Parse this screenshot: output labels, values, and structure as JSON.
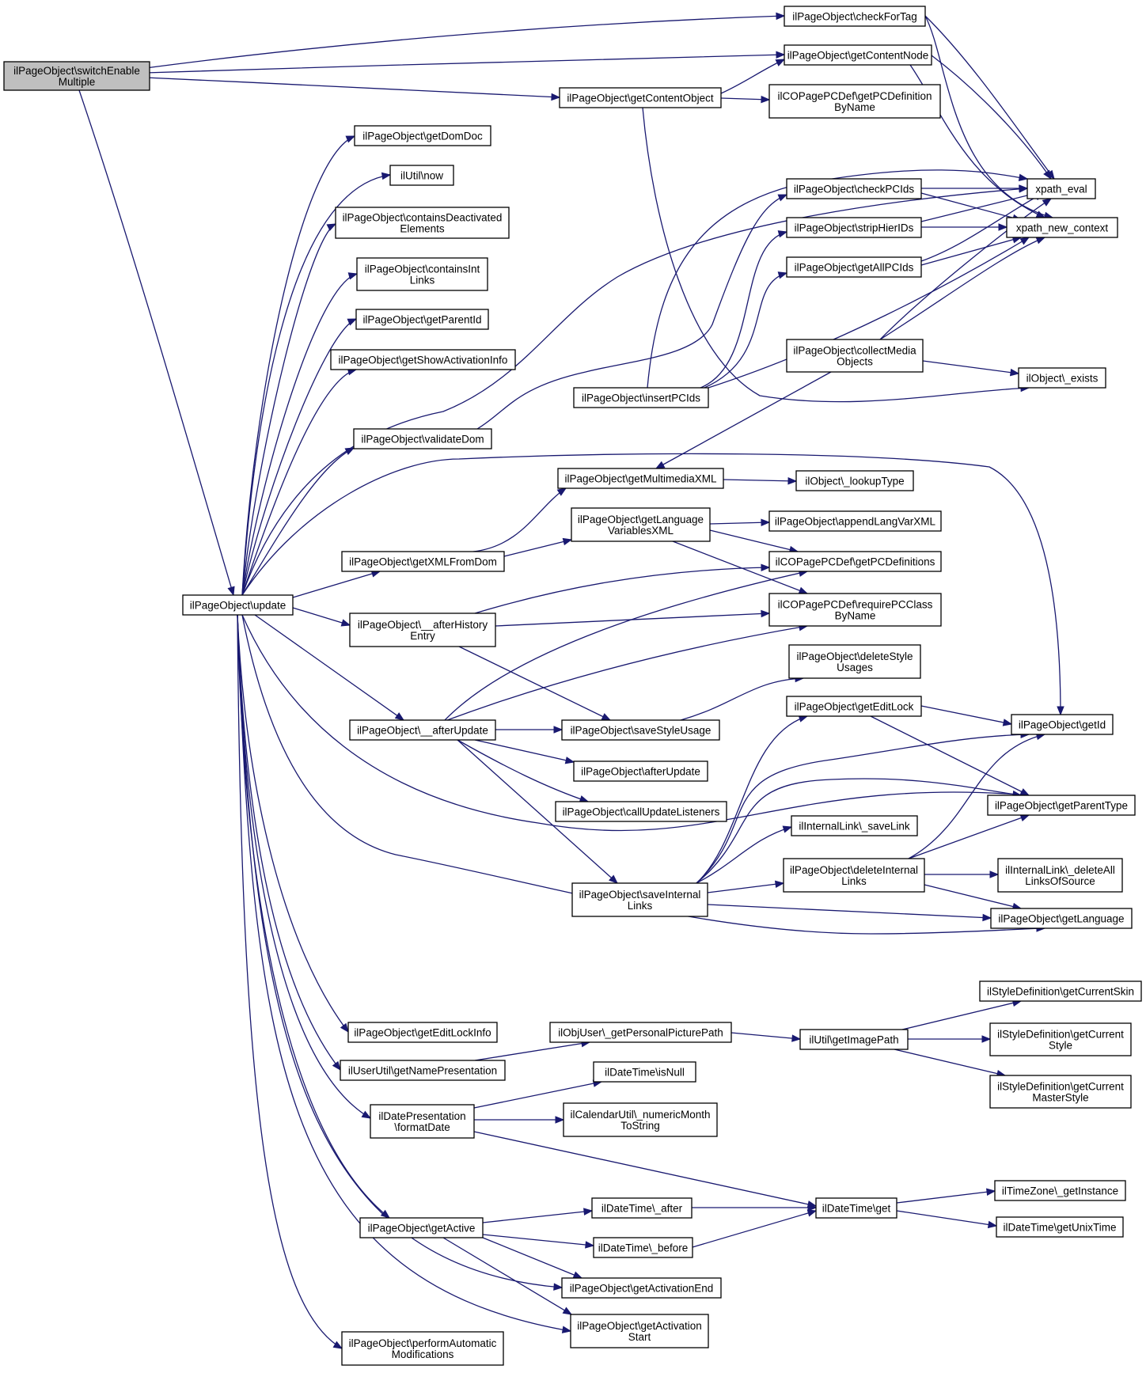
{
  "diagram": {
    "type": "call-graph",
    "edge_color": "#191970",
    "root_fill": "#bfbfbf",
    "nodes": [
      {
        "id": "switchEnableMultiple",
        "lines": [
          "ilPageObject\\switchEnable",
          "Multiple"
        ],
        "highlight": true
      },
      {
        "id": "checkForTag",
        "lines": [
          "ilPageObject\\checkForTag"
        ]
      },
      {
        "id": "getContentNode",
        "lines": [
          "ilPageObject\\getContentNode"
        ]
      },
      {
        "id": "getContentObject",
        "lines": [
          "ilPageObject\\getContentObject"
        ]
      },
      {
        "id": "getPCDefinitionByName",
        "lines": [
          "ilCOPagePCDef\\getPCDefinition",
          "ByName"
        ]
      },
      {
        "id": "getDomDoc",
        "lines": [
          "ilPageObject\\getDomDoc"
        ]
      },
      {
        "id": "now",
        "lines": [
          "ilUtil\\now"
        ]
      },
      {
        "id": "containsDeactivatedElements",
        "lines": [
          "ilPageObject\\containsDeactivated",
          "Elements"
        ]
      },
      {
        "id": "containsIntLinks",
        "lines": [
          "ilPageObject\\containsInt",
          "Links"
        ]
      },
      {
        "id": "getParentId",
        "lines": [
          "ilPageObject\\getParentId"
        ]
      },
      {
        "id": "getShowActivationInfo",
        "lines": [
          "ilPageObject\\getShowActivationInfo"
        ]
      },
      {
        "id": "checkPCIds",
        "lines": [
          "ilPageObject\\checkPCIds"
        ]
      },
      {
        "id": "xpath_eval",
        "lines": [
          "xpath_eval"
        ]
      },
      {
        "id": "stripHierIDs",
        "lines": [
          "ilPageObject\\stripHierIDs"
        ]
      },
      {
        "id": "xpath_new_context",
        "lines": [
          "xpath_new_context"
        ]
      },
      {
        "id": "getAllPCIds",
        "lines": [
          "ilPageObject\\getAllPCIds"
        ]
      },
      {
        "id": "collectMediaObjects",
        "lines": [
          "ilPageObject\\collectMedia",
          "Objects"
        ]
      },
      {
        "id": "obj_exists",
        "lines": [
          "ilObject\\_exists"
        ]
      },
      {
        "id": "insertPCIds",
        "lines": [
          "ilPageObject\\insertPCIds"
        ]
      },
      {
        "id": "validateDom",
        "lines": [
          "ilPageObject\\validateDom"
        ]
      },
      {
        "id": "getMultimediaXML",
        "lines": [
          "ilPageObject\\getMultimediaXML"
        ]
      },
      {
        "id": "lookupType",
        "lines": [
          "ilObject\\_lookupType"
        ]
      },
      {
        "id": "getLanguageVariablesXML",
        "lines": [
          "ilPageObject\\getLanguage",
          "VariablesXML"
        ]
      },
      {
        "id": "appendLangVarXML",
        "lines": [
          "ilPageObject\\appendLangVarXML"
        ]
      },
      {
        "id": "getXMLFromDom",
        "lines": [
          "ilPageObject\\getXMLFromDom"
        ]
      },
      {
        "id": "getPCDefinitions",
        "lines": [
          "ilCOPagePCDef\\getPCDefinitions"
        ]
      },
      {
        "id": "update",
        "lines": [
          "ilPageObject\\update"
        ]
      },
      {
        "id": "requirePCClassByName",
        "lines": [
          "ilCOPagePCDef\\requirePCClass",
          "ByName"
        ]
      },
      {
        "id": "afterHistoryEntry",
        "lines": [
          "ilPageObject\\__afterHistory",
          "Entry"
        ]
      },
      {
        "id": "deleteStyleUsages",
        "lines": [
          "ilPageObject\\deleteStyle",
          "Usages"
        ]
      },
      {
        "id": "getEditLock",
        "lines": [
          "ilPageObject\\getEditLock"
        ]
      },
      {
        "id": "u_afterUpdate",
        "lines": [
          "ilPageObject\\__afterUpdate"
        ]
      },
      {
        "id": "saveStyleUsage",
        "lines": [
          "ilPageObject\\saveStyleUsage"
        ]
      },
      {
        "id": "getId",
        "lines": [
          "ilPageObject\\getId"
        ]
      },
      {
        "id": "afterUpdate",
        "lines": [
          "ilPageObject\\afterUpdate"
        ]
      },
      {
        "id": "callUpdateListeners",
        "lines": [
          "ilPageObject\\callUpdateListeners"
        ]
      },
      {
        "id": "getParentType",
        "lines": [
          "ilPageObject\\getParentType"
        ]
      },
      {
        "id": "saveLink",
        "lines": [
          "ilInternalLink\\_saveLink"
        ]
      },
      {
        "id": "deleteInternalLinks",
        "lines": [
          "ilPageObject\\deleteInternal",
          "Links"
        ]
      },
      {
        "id": "deleteAllLinksOfSource",
        "lines": [
          "ilInternalLink\\_deleteAll",
          "LinksOfSource"
        ]
      },
      {
        "id": "saveInternalLinks",
        "lines": [
          "ilPageObject\\saveInternal",
          "Links"
        ]
      },
      {
        "id": "getLanguage",
        "lines": [
          "ilPageObject\\getLanguage"
        ]
      },
      {
        "id": "getCurrentSkin",
        "lines": [
          "ilStyleDefinition\\getCurrentSkin"
        ]
      },
      {
        "id": "getEditLockInfo",
        "lines": [
          "ilPageObject\\getEditLockInfo"
        ]
      },
      {
        "id": "getPersonalPicturePath",
        "lines": [
          "ilObjUser\\_getPersonalPicturePath"
        ]
      },
      {
        "id": "getImagePath",
        "lines": [
          "ilUtil\\getImagePath"
        ]
      },
      {
        "id": "getCurrentStyle",
        "lines": [
          "ilStyleDefinition\\getCurrent",
          "Style"
        ]
      },
      {
        "id": "getNamePresentation",
        "lines": [
          "ilUserUtil\\getNamePresentation"
        ]
      },
      {
        "id": "isNull",
        "lines": [
          "ilDateTime\\isNull"
        ]
      },
      {
        "id": "getCurrentMasterStyle",
        "lines": [
          "ilStyleDefinition\\getCurrent",
          "MasterStyle"
        ]
      },
      {
        "id": "formatDate",
        "lines": [
          "ilDatePresentation",
          "\\formatDate"
        ]
      },
      {
        "id": "numericMonthToString",
        "lines": [
          "ilCalendarUtil\\_numericMonth",
          "ToString"
        ]
      },
      {
        "id": "getInstance",
        "lines": [
          "ilTimeZone\\_getInstance"
        ]
      },
      {
        "id": "dt_after",
        "lines": [
          "ilDateTime\\_after"
        ]
      },
      {
        "id": "dt_get",
        "lines": [
          "ilDateTime\\get"
        ]
      },
      {
        "id": "getActive",
        "lines": [
          "ilPageObject\\getActive"
        ]
      },
      {
        "id": "getUnixTime",
        "lines": [
          "ilDateTime\\getUnixTime"
        ]
      },
      {
        "id": "dt_before",
        "lines": [
          "ilDateTime\\_before"
        ]
      },
      {
        "id": "getActivationEnd",
        "lines": [
          "ilPageObject\\getActivationEnd"
        ]
      },
      {
        "id": "getActivationStart",
        "lines": [
          "ilPageObject\\getActivation",
          "Start"
        ]
      },
      {
        "id": "performAutomaticModifications",
        "lines": [
          "ilPageObject\\performAutomatic",
          "Modifications"
        ]
      }
    ]
  }
}
